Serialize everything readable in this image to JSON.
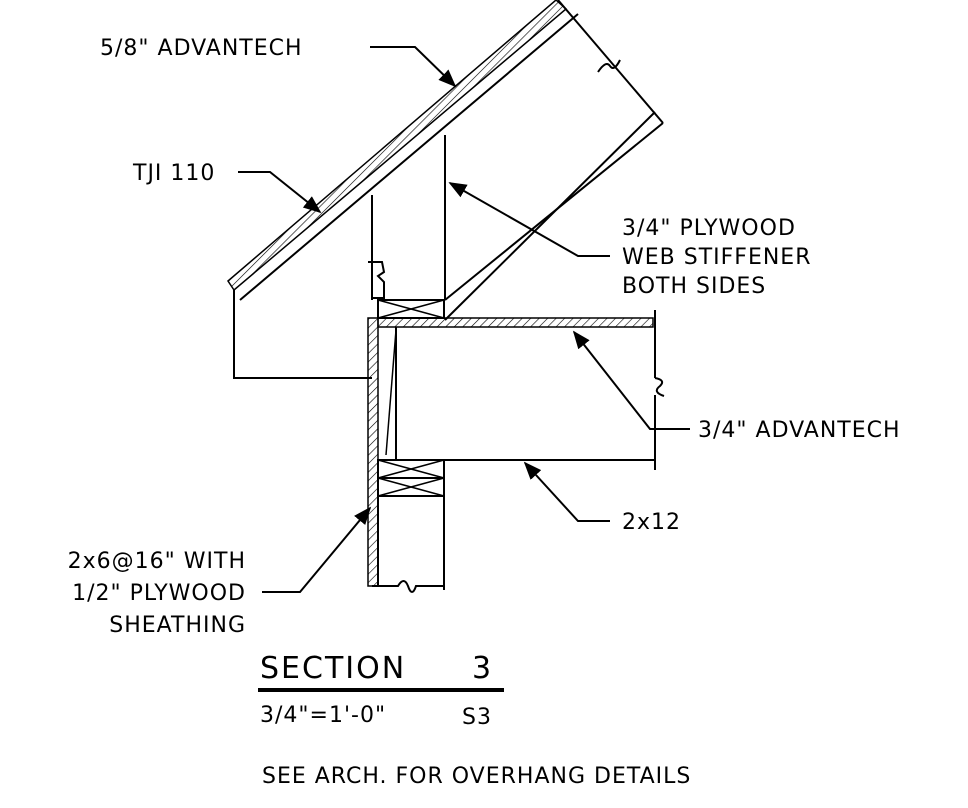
{
  "labels": {
    "sheathing_roof": "5/8\" ADVANTECH",
    "rafter": "TJI 110",
    "stiffener_1": "3/4\" PLYWOOD",
    "stiffener_2": "WEB STIFFENER",
    "stiffener_3": "BOTH SIDES",
    "floor_sheathing": "3/4\" ADVANTECH",
    "joist": "2x12",
    "wall_1": "2x6@16\" WITH",
    "wall_2": "1/2\" PLYWOOD",
    "wall_3": "SHEATHING"
  },
  "title": {
    "name": "SECTION",
    "number": "3",
    "scale": "3/4\"=1'-0\"",
    "sheet": "S3"
  },
  "note": "SEE ARCH. FOR OVERHANG DETAILS"
}
